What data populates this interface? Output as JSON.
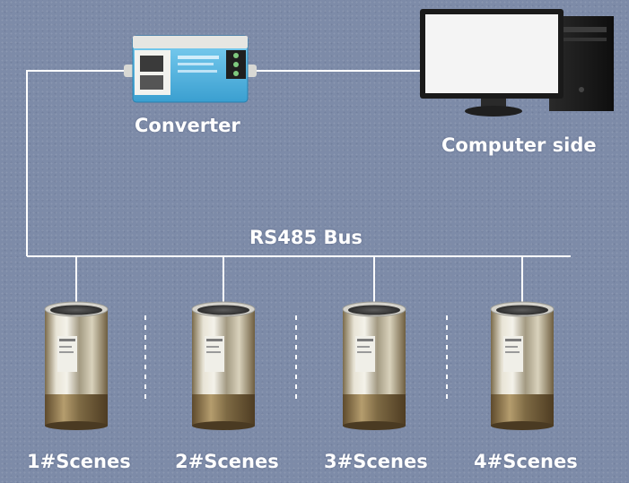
{
  "diagram": {
    "converter_label": "Converter",
    "computer_label": "Computer side",
    "bus_label": "RS485 Bus",
    "scenes": [
      {
        "label": "1#Scenes"
      },
      {
        "label": "2#Scenes"
      },
      {
        "label": "3#Scenes"
      },
      {
        "label": "4#Scenes"
      }
    ]
  },
  "colors": {
    "background": "#7d8ba8",
    "wire": "#ffffff",
    "converter_body": "#4fb5e3",
    "sensor_metal": "#c9c2a8"
  },
  "icons": {
    "converter": "rs485-converter-icon",
    "computer": "desktop-computer-icon",
    "sensor": "cylindrical-sensor-icon"
  }
}
